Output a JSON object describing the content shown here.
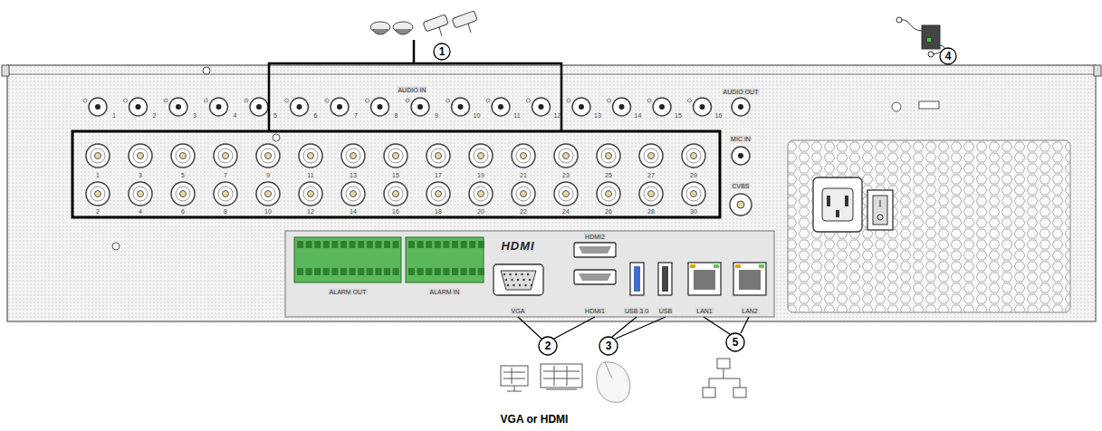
{
  "diagram": {
    "labels": [
      "1",
      "2",
      "3",
      "4",
      "5",
      "VGA or HDMI",
      "AUDIO IN",
      "1",
      "2",
      "3",
      "4",
      "5",
      "6",
      "7",
      "8",
      "9",
      "10",
      "11",
      "12",
      "13",
      "14",
      "15",
      "16",
      "1",
      "3",
      "5",
      "7",
      "9",
      "11",
      "13",
      "15",
      "17",
      "19",
      "21",
      "23",
      "25",
      "27",
      "29",
      "2",
      "4",
      "6",
      "8",
      "10",
      "12",
      "14",
      "16",
      "18",
      "20",
      "22",
      "24",
      "26",
      "28",
      "30",
      "HDMI",
      "VGA",
      "HDMI1",
      "HDMI2",
      "USB 3.0",
      "USB",
      "LAN1",
      "LAN2",
      "AUDIO OUT",
      "MIC IN",
      "CVBS",
      "ALARM OUT",
      "ALARM IN"
    ]
  }
}
